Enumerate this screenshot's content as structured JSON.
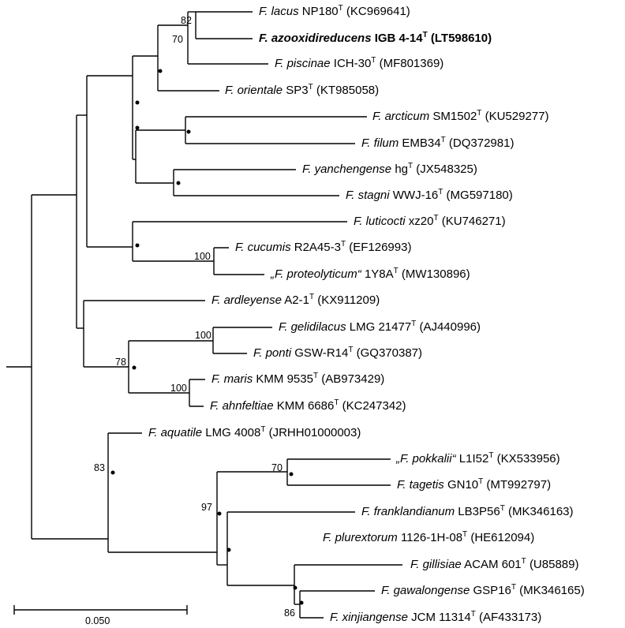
{
  "taxa": [
    {
      "species": "F. lacus",
      "strain": "NP180",
      "type": "T",
      "acc": "(KC969641)",
      "bold": false
    },
    {
      "species": "F. azooxidireducens",
      "strain": "IGB 4-14",
      "type": "T",
      "acc": "(LT598610)",
      "bold": true
    },
    {
      "species": "F. piscinae",
      "strain": "ICH-30",
      "type": "T",
      "acc": "(MF801369)",
      "bold": false
    },
    {
      "species": "F. orientale",
      "strain": "SP3",
      "type": "T",
      "acc": "(KT985058)",
      "bold": false
    },
    {
      "species": "F. arcticum",
      "strain": "SM1502",
      "type": "T",
      "acc": "(KU529277)",
      "bold": false
    },
    {
      "species": "F. filum",
      "strain": "EMB34",
      "type": "T",
      "acc": "(DQ372981)",
      "bold": false
    },
    {
      "species": "F. yanchengense",
      "strain": "hg",
      "type": "T",
      "acc": "(JX548325)",
      "bold": false
    },
    {
      "species": "F. stagni",
      "strain": "WWJ-16",
      "type": "T",
      "acc": "(MG597180)",
      "bold": false
    },
    {
      "species": "F. luticocti",
      "strain": "xz20",
      "type": "T",
      "acc": "(KU746271)",
      "bold": false
    },
    {
      "species": "F. cucumis",
      "strain": "R2A45-3",
      "type": "T",
      "acc": "(EF126993)",
      "bold": false
    },
    {
      "species": "„F. proteolyticum“",
      "strain": "1Y8A",
      "type": "T",
      "acc": "(MW130896)",
      "bold": false
    },
    {
      "species": "F. ardleyense",
      "strain": "A2-1",
      "type": "T",
      "acc": "(KX911209)",
      "bold": false
    },
    {
      "species": "F. gelidilacus",
      "strain": "LMG 21477",
      "type": "T",
      "acc": "(AJ440996)",
      "bold": false
    },
    {
      "species": "F. ponti",
      "strain": "GSW-R14",
      "type": "T",
      "acc": "(GQ370387)",
      "bold": false
    },
    {
      "species": "F. maris",
      "strain": "KMM 9535",
      "type": "T",
      "acc": "(AB973429)",
      "bold": false
    },
    {
      "species": "F. ahnfeltiae",
      "strain": "KMM 6686",
      "type": "T",
      "acc": "(KC247342)",
      "bold": false
    },
    {
      "species": "F. aquatile",
      "strain": "LMG 4008",
      "type": "T",
      "acc": "(JRHH01000003)",
      "bold": false
    },
    {
      "species": "„F. pokkalii“",
      "strain": "L1I52",
      "type": "T",
      "acc": "(KX533956)",
      "bold": false
    },
    {
      "species": "F. tagetis",
      "strain": "GN10",
      "type": "T",
      "acc": "(MT992797)",
      "bold": false
    },
    {
      "species": "F. franklandianum",
      "strain": "LB3P56",
      "type": "T",
      "acc": "(MK346163)",
      "bold": false
    },
    {
      "species": "F. plurextorum",
      "strain": "1126-1H-08",
      "type": "T",
      "acc": "(HE612094)",
      "bold": false
    },
    {
      "species": "F. gillisiae",
      "strain": "ACAM 601",
      "type": "T",
      "acc": "(U85889)",
      "bold": false
    },
    {
      "species": "F. gawalongense",
      "strain": "GSP16",
      "type": "T",
      "acc": "(MK346165)",
      "bold": false
    },
    {
      "species": "F. xinjiangense",
      "strain": "JCM 11314",
      "type": "T",
      "acc": "(AF433173)",
      "bold": false
    }
  ],
  "bootstrap": [
    "82",
    "70",
    "100",
    "100",
    "78",
    "100",
    "83",
    "70",
    "97",
    "86"
  ],
  "scale_bar": {
    "label": "0.050"
  }
}
